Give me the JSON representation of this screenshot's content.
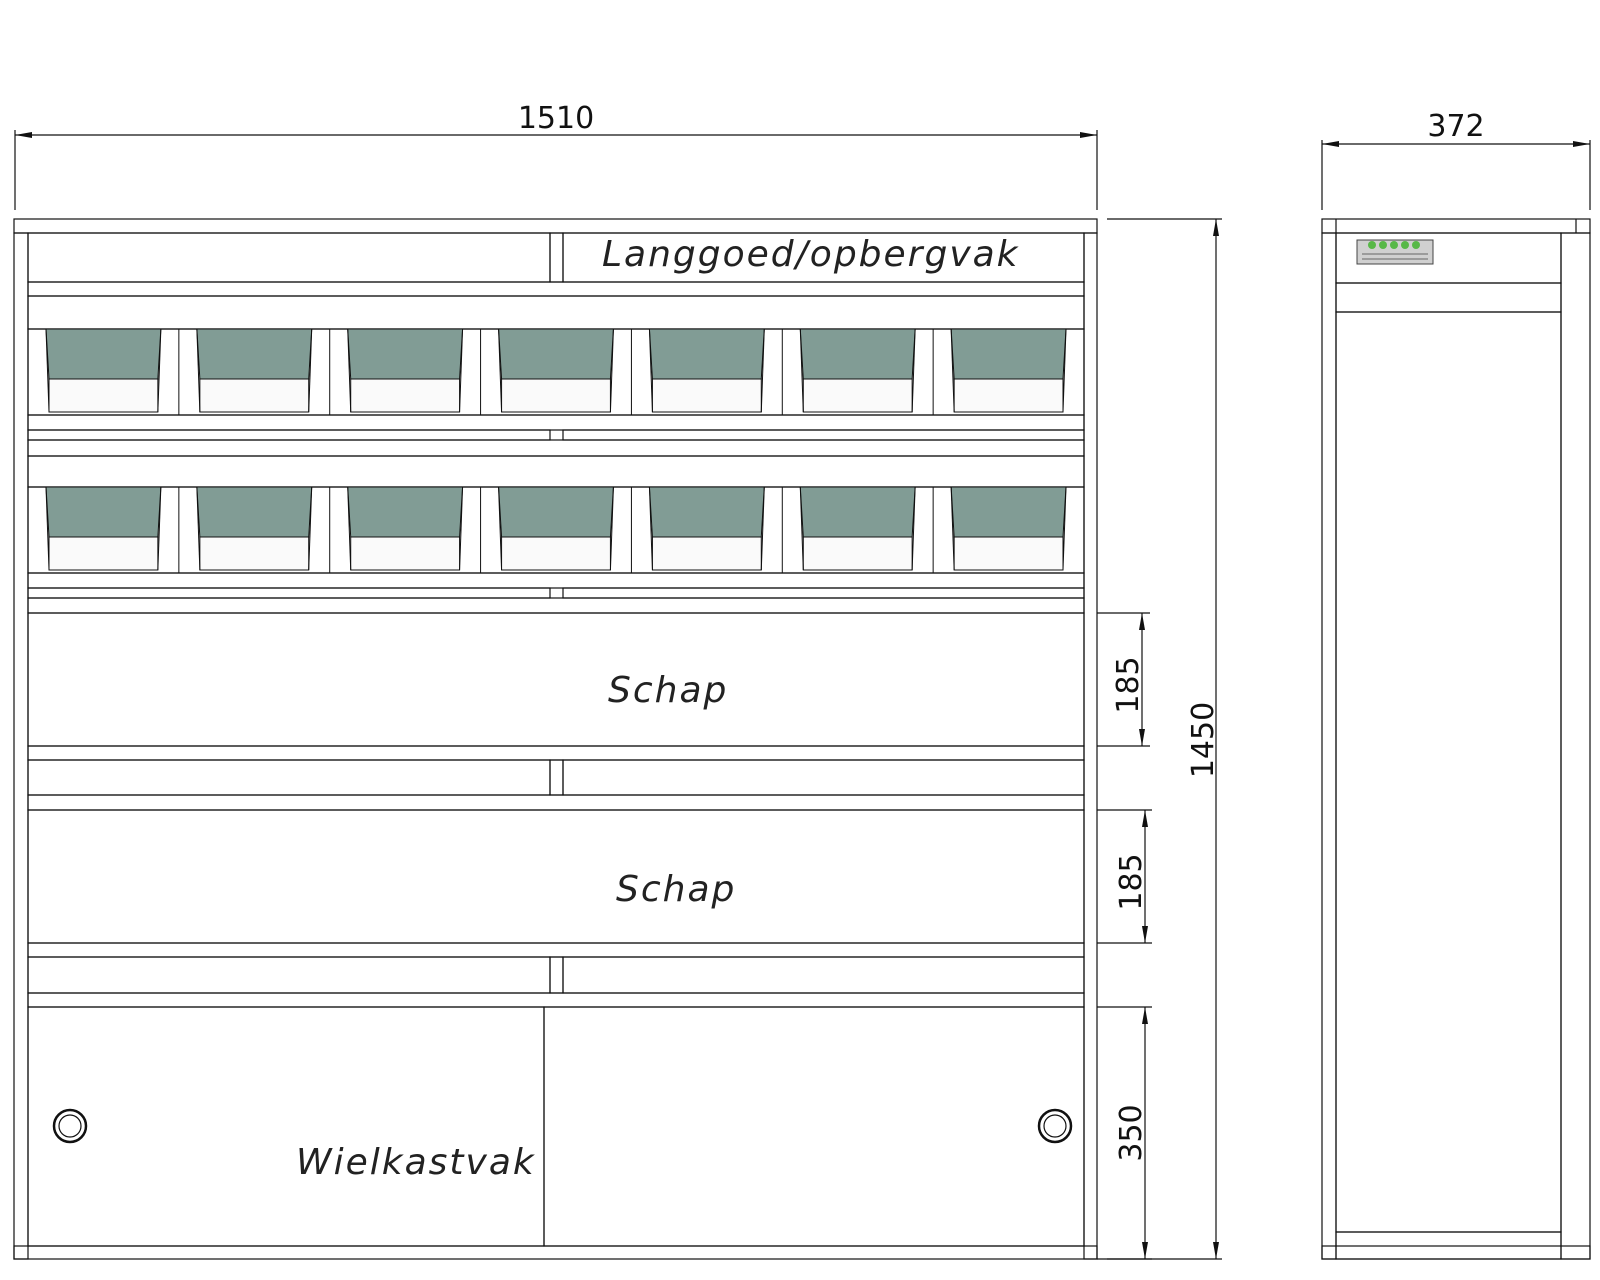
{
  "dimensions": {
    "front_width": "1510",
    "side_depth": "372",
    "total_height": "1450",
    "shelf1_height": "185",
    "shelf2_height": "185",
    "wheel_height": "350"
  },
  "labels": {
    "top_compartment": "Langgoed/opbergvak",
    "shelf1": "Schap",
    "shelf2": "Schap",
    "wheel_compartment": "Wielkastvak"
  },
  "bin_rows": [
    {
      "bin_count": 7
    },
    {
      "bin_count": 7
    }
  ],
  "colors": {
    "panel_light": "#dcdcdc",
    "panel_dark": "#808080",
    "bin_green": "#819c95",
    "bin_body": "#f0f0f0",
    "logo_green": "#58b848"
  }
}
